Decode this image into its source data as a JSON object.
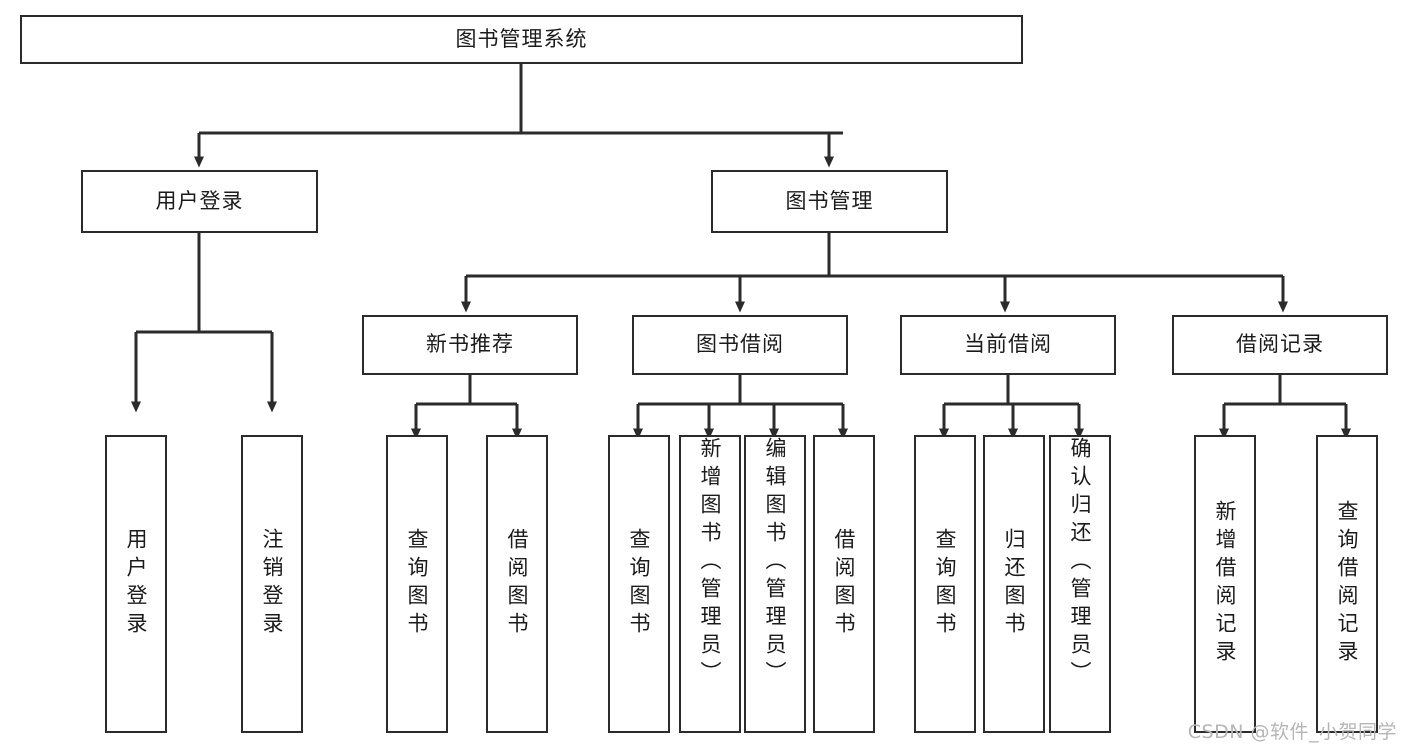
{
  "diagram": {
    "type": "tree",
    "title": "图书管理系统",
    "root": {
      "id": "root",
      "label": "图书管理系统"
    },
    "level2": [
      {
        "id": "user-login",
        "label": "用户登录"
      },
      {
        "id": "book-manage",
        "label": "图书管理"
      }
    ],
    "level3": [
      {
        "id": "new-book-recommend",
        "label": "新书推荐",
        "parent": "book-manage"
      },
      {
        "id": "book-borrow",
        "label": "图书借阅",
        "parent": "book-manage"
      },
      {
        "id": "current-borrow",
        "label": "当前借阅",
        "parent": "book-manage"
      },
      {
        "id": "borrow-record",
        "label": "借阅记录",
        "parent": "book-manage"
      }
    ],
    "leaves": [
      {
        "id": "leaf-user-login",
        "label": "用户登录",
        "parent": "user-login"
      },
      {
        "id": "leaf-user-logout",
        "label": "注销登录",
        "parent": "user-login"
      },
      {
        "id": "leaf-query-book-1",
        "label": "查询图书",
        "parent": "new-book-recommend"
      },
      {
        "id": "leaf-borrow-book-1",
        "label": "借阅图书",
        "parent": "new-book-recommend"
      },
      {
        "id": "leaf-query-book-2",
        "label": "查询图书",
        "parent": "book-borrow"
      },
      {
        "id": "leaf-add-book",
        "label": "新增图书（管理员）",
        "parent": "book-borrow"
      },
      {
        "id": "leaf-edit-book",
        "label": "编辑图书（管理员）",
        "parent": "book-borrow"
      },
      {
        "id": "leaf-borrow-book-2",
        "label": "借阅图书",
        "parent": "book-borrow"
      },
      {
        "id": "leaf-query-book-3",
        "label": "查询图书",
        "parent": "current-borrow"
      },
      {
        "id": "leaf-return-book",
        "label": "归还图书",
        "parent": "current-borrow"
      },
      {
        "id": "leaf-confirm-return",
        "label": "确认归还（管理员）",
        "parent": "current-borrow"
      },
      {
        "id": "leaf-add-record",
        "label": "新增借阅记录",
        "parent": "borrow-record"
      },
      {
        "id": "leaf-query-record",
        "label": "查询借阅记录",
        "parent": "borrow-record"
      }
    ],
    "colors": {
      "stroke": "#2b2b2b",
      "fill": "#ffffff",
      "text": "#1b1b1b",
      "watermark": "#b6b6b6"
    }
  },
  "watermark": {
    "text": "CSDN @软件_小贺同学"
  }
}
